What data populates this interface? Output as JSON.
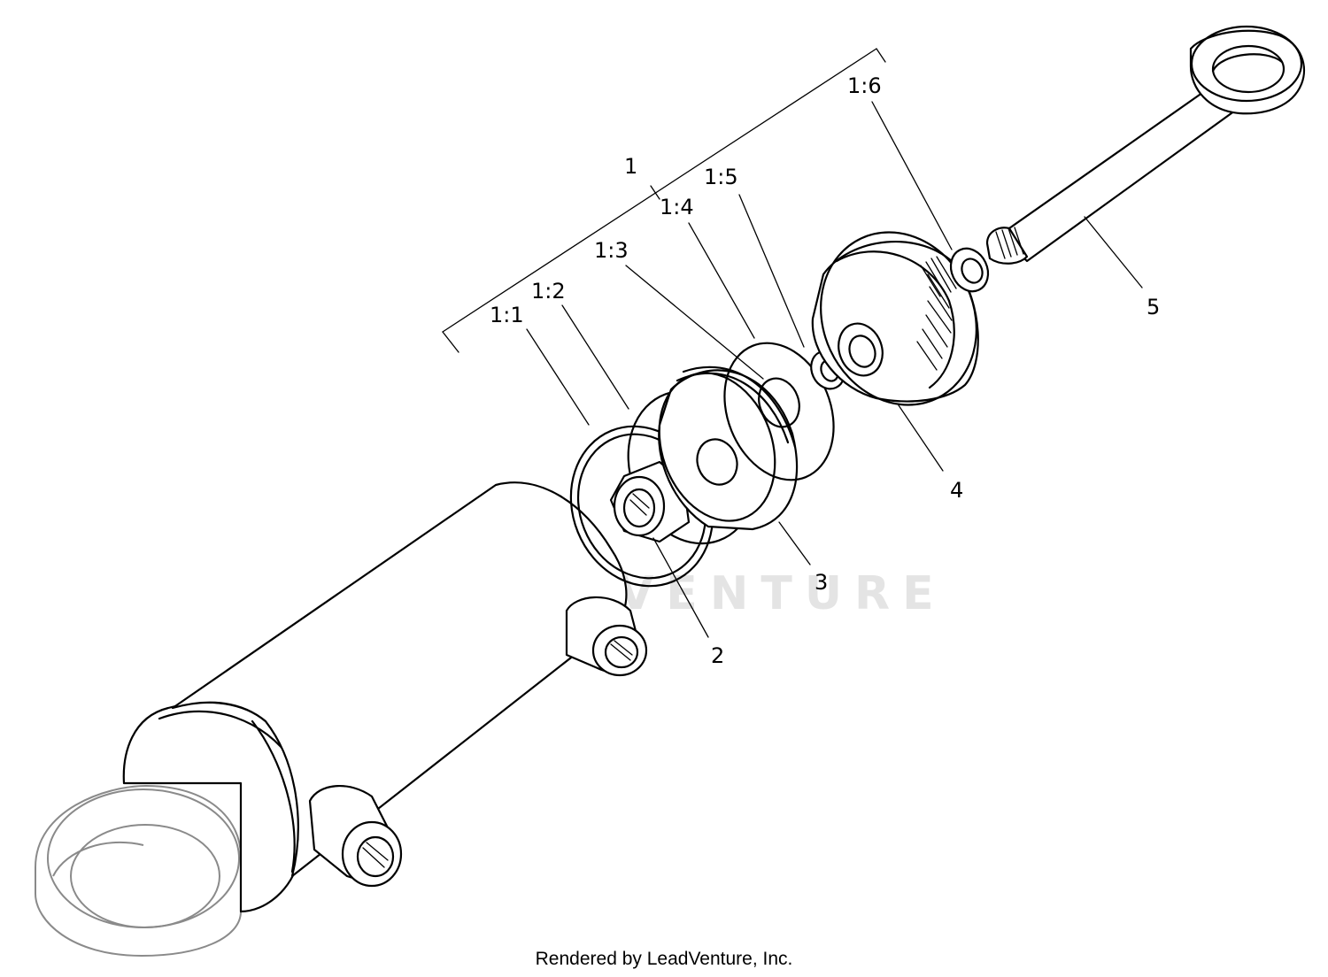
{
  "watermark": "LEADVENTURE",
  "footer": "Rendered by LeadVenture, Inc.",
  "callouts": {
    "c1": "1",
    "c1_1": "1:1",
    "c1_2": "1:2",
    "c1_3": "1:3",
    "c1_4": "1:4",
    "c1_5": "1:5",
    "c1_6": "1:6",
    "c2": "2",
    "c3": "3",
    "c4": "4",
    "c5": "5"
  }
}
